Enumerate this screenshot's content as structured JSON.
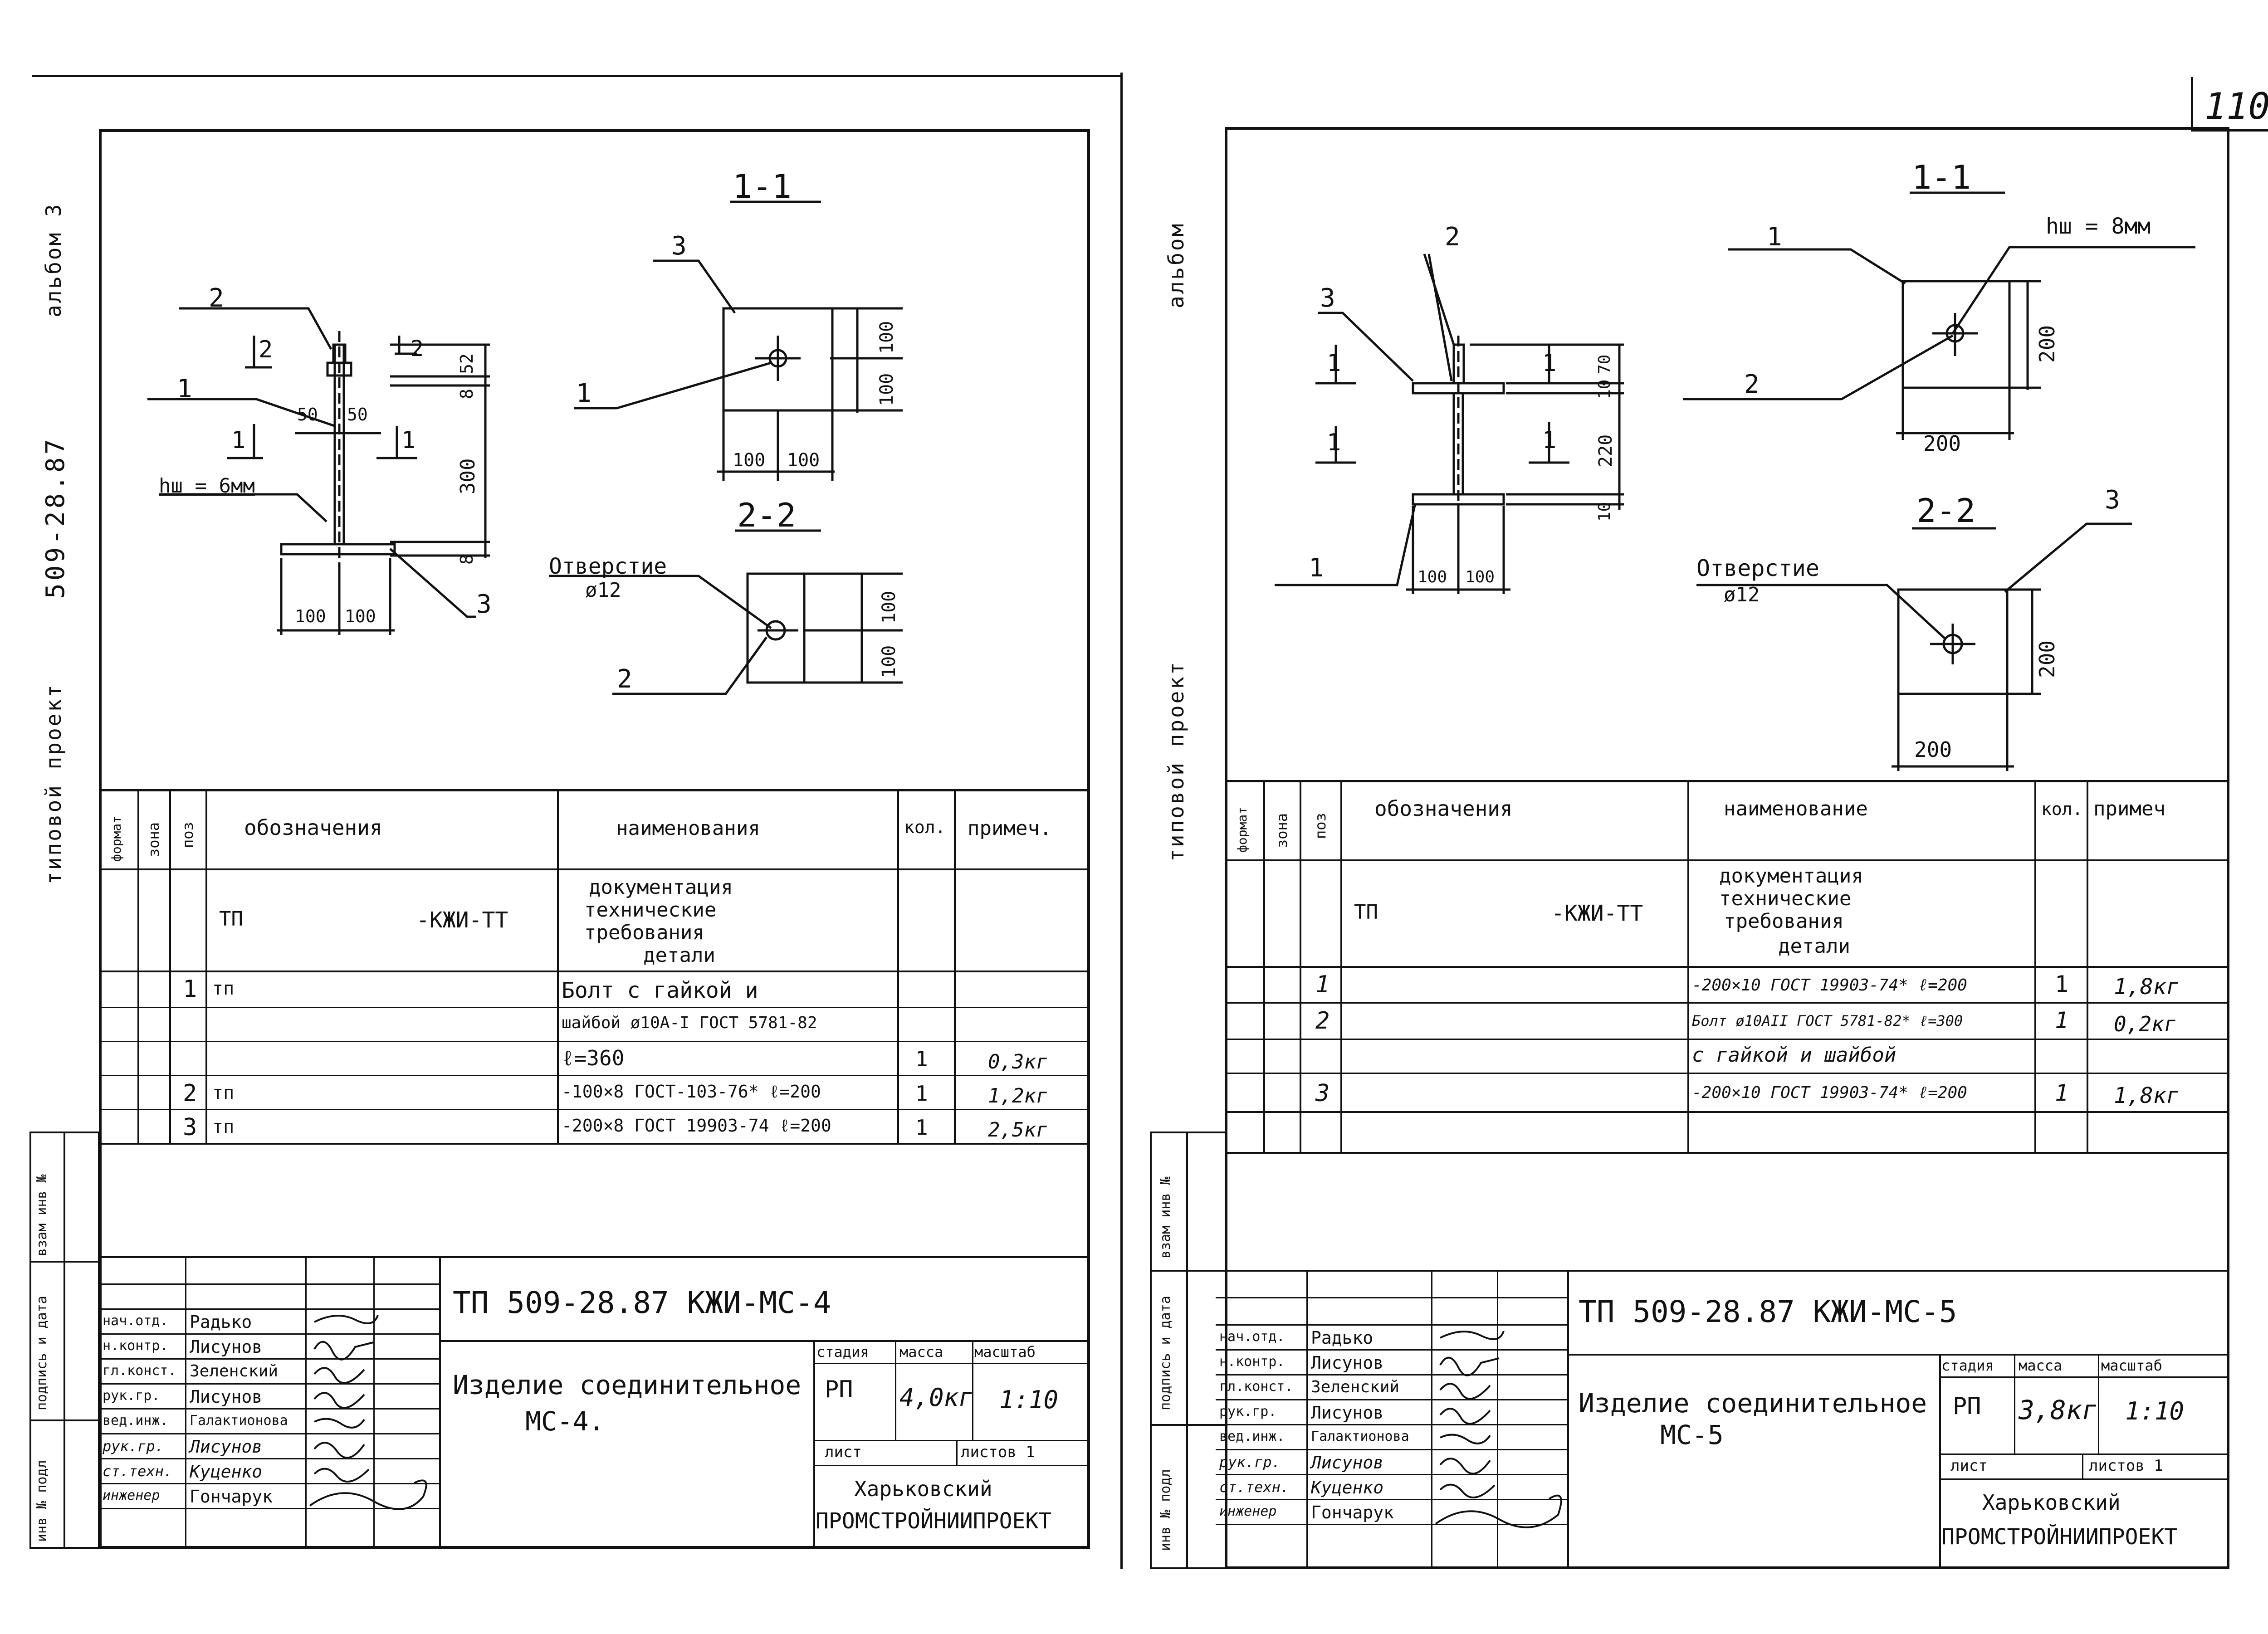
{
  "page_number": "110",
  "left": {
    "margin": {
      "album": "альбом 3",
      "project_no": "509-28.87",
      "typical": "типовой проект",
      "stamp": [
        "инв № подл",
        "подпись и дата",
        "взам инв №"
      ]
    },
    "drawing": {
      "section_1": "1-1",
      "section_2": "2-2",
      "side_labels": {
        "pos2": "2",
        "pos1": "1",
        "pos3": "3",
        "mark2": "2",
        "mark1a": "1",
        "mark1b": "1",
        "weld": "hш = 6мм"
      },
      "side_dims": {
        "d50a": "50",
        "d50b": "50",
        "d52": "52",
        "d8a": "8",
        "d300": "300",
        "d8b": "8",
        "d100a": "100",
        "d100b": "100",
        "mark2r": "2",
        "mark1r": "1"
      },
      "s11": {
        "pos3": "3",
        "pos1": "1",
        "d100a": "100",
        "d100b": "100",
        "d100c": "100",
        "d100d": "100"
      },
      "s22": {
        "hole": "Отверстие",
        "hole_d": "ø12",
        "pos2": "2",
        "d100a": "100",
        "d100b": "100"
      }
    },
    "spec": {
      "headers": {
        "format": "формат",
        "zone": "зона",
        "pos": "поз",
        "designation": "обозначения",
        "name": "наименования",
        "qty": "кол.",
        "note": "примеч."
      },
      "doc_row": {
        "tp": "ТП",
        "code": "-КЖИ-ТТ",
        "name_lines": [
          "документация",
          "технические",
          "требования",
          "детали"
        ]
      },
      "rows": [
        {
          "pos": "1",
          "des": "тп",
          "name": "Болт с гайкой и",
          "qty": "",
          "note": ""
        },
        {
          "pos": "",
          "des": "",
          "name": "шайбой ø10А-I ГОСТ 5781-82",
          "qty": "",
          "note": ""
        },
        {
          "pos": "",
          "des": "",
          "name": "ℓ=360",
          "qty": "1",
          "note": "0,3кг"
        },
        {
          "pos": "2",
          "des": "тп",
          "name": "-100×8 ГОСТ-103-76* ℓ=200",
          "qty": "1",
          "note": "1,2кг"
        },
        {
          "pos": "3",
          "des": "тп",
          "name": "-200×8 ГОСТ 19903-74 ℓ=200",
          "qty": "1",
          "note": "2,5кг"
        }
      ]
    },
    "title": {
      "code": "ТП  509-28.87  КЖИ-МС-4",
      "staff": [
        {
          "role": "нач.отд.",
          "name": "Радько"
        },
        {
          "role": "н.контр.",
          "name": "Лисунов"
        },
        {
          "role": "гл.конст.",
          "name": "Зеленский"
        },
        {
          "role": "рук.гр.",
          "name": "Лисунов"
        },
        {
          "role": "вед.инж.",
          "name": "Галактионова"
        },
        {
          "role": "рук.гр.",
          "name": "Лисунов"
        },
        {
          "role": "ст.техн.",
          "name": "Куценко"
        },
        {
          "role": "инженер",
          "name": "Гончарук"
        }
      ],
      "item_name": "Изделие соединительное",
      "item_code": "МС-4.",
      "stage_h": "стадия",
      "mass_h": "масса",
      "scale_h": "масштаб",
      "stage": "РП",
      "mass": "4,0кг",
      "scale": "1:10",
      "sheet": "лист",
      "sheets": "листов 1",
      "org1": "Харьковский",
      "org2": "ПРОМСТРОЙНИИПРОЕКТ"
    }
  },
  "right": {
    "margin": {
      "album": "альбом",
      "typical": "типовой проект",
      "stamp": [
        "инв № подл",
        "подпись и дата",
        "взам инв №"
      ]
    },
    "drawing": {
      "section_1": "1-1",
      "section_2": "2-2",
      "side_labels": {
        "pos2": "2",
        "pos3": "3",
        "pos1": "1",
        "mark1a": "1",
        "mark1b": "1",
        "mark1c": "1",
        "mark1d": "1"
      },
      "side_dims": {
        "d70": "70",
        "d10a": "10",
        "d220": "220",
        "d10b": "10",
        "d100a": "100",
        "d100b": "100"
      },
      "s11": {
        "pos1": "1",
        "pos2": "2",
        "weld": "hш = 8мм",
        "d200a": "200",
        "d200b": "200"
      },
      "s22": {
        "hole": "Отверстие",
        "hole_d": "ø12",
        "pos3": "3",
        "d200a": "200",
        "d200b": "200"
      }
    },
    "spec": {
      "headers": {
        "format": "формат",
        "zone": "зона",
        "pos": "поз",
        "designation": "обозначения",
        "name": "наименование",
        "qty": "кол.",
        "note": "примеч"
      },
      "doc_row": {
        "tp": "ТП",
        "code": "-КЖИ-ТТ",
        "name_lines": [
          "документация",
          "технические",
          "требования",
          "детали"
        ]
      },
      "rows": [
        {
          "pos": "1",
          "des": "",
          "name": "-200×10 ГОСТ 19903-74* ℓ=200",
          "qty": "1",
          "note": "1,8кг"
        },
        {
          "pos": "2",
          "des": "",
          "name": "Болт ø10АII ГОСТ 5781-82* ℓ=300",
          "qty": "1",
          "note": "0,2кг"
        },
        {
          "pos": "",
          "des": "",
          "name": "с гайкой и шайбой",
          "qty": "",
          "note": ""
        },
        {
          "pos": "3",
          "des": "",
          "name": "-200×10 ГОСТ 19903-74* ℓ=200",
          "qty": "1",
          "note": "1,8кг"
        }
      ]
    },
    "title": {
      "code": "ТП  509-28.87  КЖИ-МС-5",
      "staff": [
        {
          "role": "нач.отд.",
          "name": "Радько"
        },
        {
          "role": "н.контр.",
          "name": "Лисунов"
        },
        {
          "role": "гл.конст.",
          "name": "Зеленский"
        },
        {
          "role": "рук.гр.",
          "name": "Лисунов"
        },
        {
          "role": "вед.инж.",
          "name": "Галактионова"
        },
        {
          "role": "рук.гр.",
          "name": "Лисунов"
        },
        {
          "role": "ст.техн.",
          "name": "Куценко"
        },
        {
          "role": "инженер",
          "name": "Гончарук"
        }
      ],
      "item_name": "Изделие соединительное",
      "item_code": "МС-5",
      "stage_h": "стадия",
      "mass_h": "масса",
      "scale_h": "масштаб",
      "stage": "РП",
      "mass": "3,8кг",
      "scale": "1:10",
      "sheet": "лист",
      "sheets": "листов 1",
      "org1": "Харьковский",
      "org2": "ПРОМСТРОЙНИИПРОЕКТ"
    }
  }
}
